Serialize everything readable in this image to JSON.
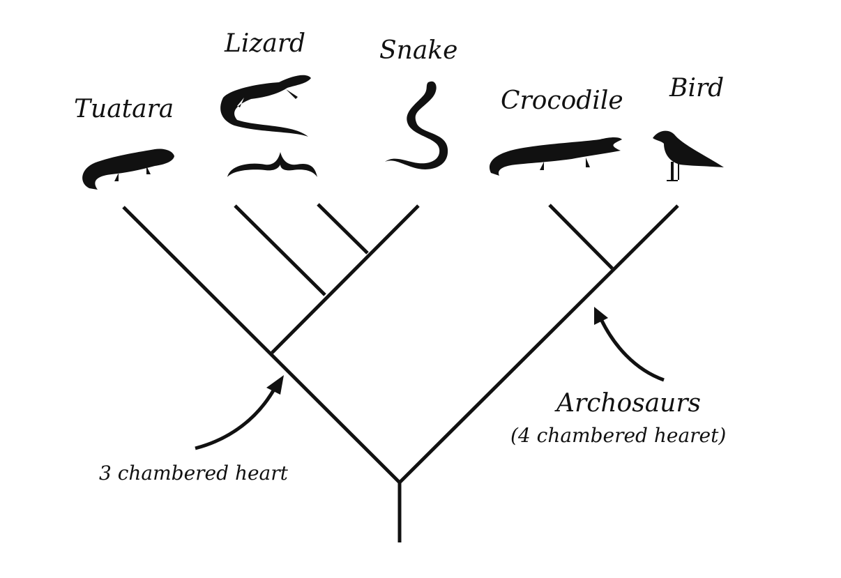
{
  "taxa": {
    "tuatara": "Tuatara",
    "lizard": "Lizard",
    "snake": "Snake",
    "crocodile": "Crocodile",
    "bird": "Bird"
  },
  "annotations": {
    "three_chamber": "3 chambered heart",
    "archosaurs": "Archosaurs",
    "four_chamber": "(4 chambered hearet)"
  },
  "colors": {
    "line": "#111111",
    "background": "#ffffff"
  }
}
